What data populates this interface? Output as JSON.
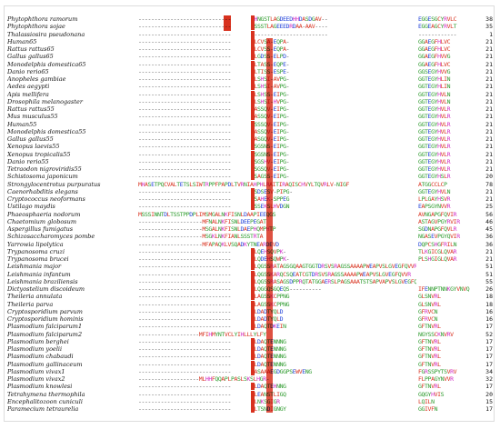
{
  "title": "",
  "colors": {
    "hydrophobic": "#d8321f",
    "acidic": "#1d3fd8",
    "basic": "#d12fc6",
    "polar": "#2e9b2e",
    "gap": "#555555",
    "highlight": "#d8321f"
  },
  "alignment": [
    {
      "species": "Phytophthora ramorum",
      "left": "-----------------------------",
      "mid": "MHNGSTLAGDEEDHHDASDGAV--",
      "right": "EGGESGCYRVLC",
      "num": "38"
    },
    {
      "species": "Phytophthora sojae",
      "left": "-----------------------------",
      "mid": "MSSSTLAGEEEDRDAA-AAV----",
      "right": "EGGEAGCYRVLT",
      "num": "35"
    },
    {
      "species": "Thalassiosira pseudonana",
      "left": "-----------------------------",
      "mid": "M-----------------------",
      "right": "------------",
      "num": "1"
    },
    {
      "species": "Human65",
      "left": "-----------------------------",
      "mid": "MLCVSA-EQPA-",
      "right": "GGAEGFHLVC",
      "num": "21"
    },
    {
      "species": "Rattus rattus65",
      "left": "-----------------------------",
      "mid": "MLCVSS-EQPA-",
      "right": "GGAEGFHLVC",
      "num": "21"
    },
    {
      "species": "Gallus gallus65",
      "left": "-----------------------------",
      "mid": "MLGDSS-ELPD-",
      "right": "GGAEGFHVVG",
      "num": "21"
    },
    {
      "species": "Monodelphis domestica65",
      "left": "-----------------------------",
      "mid": "MLTASS-EQPE-",
      "right": "GGAEGFHLVC",
      "num": "21"
    },
    {
      "species": "Danio rerio65",
      "left": "-----------------------------",
      "mid": "MLTISS-ESPE-",
      "right": "GGSEGYHVVG",
      "num": "21"
    },
    {
      "species": "Anopheles gambiae",
      "left": "-----------------------------",
      "mid": "MLSHSI-AVPG-",
      "right": "GGTEGYHLIN",
      "num": "21"
    },
    {
      "species": "Aedes aegypti",
      "left": "-----------------------------",
      "mid": "MLSHSI-AVPG-",
      "right": "GGTEGYHLIN",
      "num": "21"
    },
    {
      "species": "Apis mellifera",
      "left": "-----------------------------",
      "mid": "MLSHSS-EIPG-",
      "right": "GGTEGYHVLN",
      "num": "21"
    },
    {
      "species": "Drosophila melanogaster",
      "left": "-----------------------------",
      "mid": "MLSHSI-HVPG-",
      "right": "GGTEGYHVLN",
      "num": "21"
    },
    {
      "species": "Rattus rattus55",
      "left": "-----------------------------",
      "mid": "MASSQV-EIPG-",
      "right": "GGTEGYHVLR",
      "num": "21"
    },
    {
      "species": "Mus musculus55",
      "left": "-----------------------------",
      "mid": "MASSQV-EIPG-",
      "right": "GGTEGYHVLR",
      "num": "21"
    },
    {
      "species": "Human55",
      "left": "-----------------------------",
      "mid": "MSSSQV-EIPG-",
      "right": "GGTEGYHVLR",
      "num": "21"
    },
    {
      "species": "Monodelphis domestica55",
      "left": "-----------------------------",
      "mid": "MASSQV-EIPG-",
      "right": "GGTEGYHVLR",
      "num": "21"
    },
    {
      "species": "Gallus gallus55",
      "left": "-----------------------------",
      "mid": "MASGQV-EIPG-",
      "right": "GGTEGYHVLR",
      "num": "21"
    },
    {
      "species": "Xenopus laevis55",
      "left": "-----------------------------",
      "mid": "MSGSNS-EIPG-",
      "right": "GGTEGYHVLR",
      "num": "21"
    },
    {
      "species": "Xenopus tropicalis55",
      "left": "-----------------------------",
      "mid": "MSGSNS-EIPG-",
      "right": "GGTEGYHVLR",
      "num": "21"
    },
    {
      "species": "Danio rerio55",
      "left": "-----------------------------",
      "mid": "MSGSHV-EIPG-",
      "right": "GGTEGYHVLR",
      "num": "21"
    },
    {
      "species": "Tetraodon nigroviridis55",
      "left": "-----------------------------",
      "mid": "MSGSQV-EIPG-",
      "right": "GGTEGYHVLR",
      "num": "21"
    },
    {
      "species": "Schistosoma japonicum",
      "left": "-----------------------------",
      "mid": "MSAGSS-EIPG-",
      "right": "GGTEGYHSLR",
      "num": "20"
    },
    {
      "species": "Strongylocentrotus purpuratus",
      "left": "MHASETPQCVALTETSLSIWTRPPFPAPDLTVRNIAHPHLRAITIRAQISCHVYLTQVRLV-NIGF",
      "mid": "",
      "right": "ATGGCCLCP",
      "num": "78"
    },
    {
      "species": "Caenorhabditis elegans",
      "left": "-----------------------------",
      "mid": "MSDSESV-PIPG-",
      "right": "GGTEGYHVLN",
      "num": "21"
    },
    {
      "species": "Cryptococcus neoformans",
      "left": "-----------------------------",
      "mid": "MSAHEK-SPPEG",
      "right": "LPLGAYHSVR",
      "num": "21"
    },
    {
      "species": "Ustilago maydis",
      "left": "-----------------------------",
      "mid": "MSSEKSLHVDGN",
      "right": "EAPSGYNVVR",
      "num": "25"
    },
    {
      "species": "Phaeosphaeria nodorum",
      "left": "MSSSINNTDLTSSTPPDPLIMSMGALNKFISNLDAAPIEEQGS",
      "mid": "",
      "right": "AVNGAPGFQVIR",
      "num": "56"
    },
    {
      "species": "Chaetomium globosum",
      "left": "--------------------MFNALNKFISNLDEEPEGAT",
      "mid": "",
      "right": "ASTAGVPGYRVIR",
      "num": "46"
    },
    {
      "species": "Aspergillus fumigatus",
      "left": "--------------------MSGALNKFISNLDAEPHQMPHTP",
      "mid": "",
      "right": "SGDNAPGFQVLR",
      "num": "45"
    },
    {
      "species": "Schizosaccharomyces pombe",
      "left": "--------------------MSGKLNKFIANLSSSTRTA",
      "mid": "",
      "right": "NGASEVPGYQVIR",
      "num": "36"
    },
    {
      "species": "Yarrowia lipolytica",
      "left": "--------------------MFAPAQKLVSQADKYTNEARDEVD",
      "mid": "",
      "right": "DQPCSHGFRILN",
      "num": "36"
    },
    {
      "species": "Trypanosoma cruzi",
      "left": "-----------------------------",
      "mid": "MLQEHSQVPK-",
      "right": "TLKGICGLQVAR",
      "num": "21"
    },
    {
      "species": "Trypanosoma brucei",
      "left": "-----------------------------",
      "mid": "MLQDEHSQWPK-",
      "right": "PLSHGIGLQVAR",
      "num": "21"
    },
    {
      "species": "Leishmania major",
      "left": "-----------------------------",
      "mid": "MLQGSSRATAGSGQAAGTGGTDRSVSRAGSSAAAAPWEAPVSLGVEGFQVVR",
      "right": "",
      "num": "51"
    },
    {
      "species": "Leishmania infantum",
      "left": "-----------------------------",
      "mid": "MLQGSSKARQCSQEATCGTDRSVSRAGSSAAAAPWEAPVSLGVEGFQVVR",
      "right": "",
      "num": "51"
    },
    {
      "species": "Leishmania braziliensis",
      "left": "-----------------------------",
      "mid": "MLQGSSRASAGSDPPRQTATGGAERSLPAGSAAATSTSAPVAPVSLGVEGFQVVR",
      "right": "",
      "num": "55"
    },
    {
      "species": "Dictyostelium discoideum",
      "left": "-----------------------------",
      "mid": "MLQGGQSGQEQS----------",
      "right": "IFENNPTNNKGYVNVQ",
      "num": "26"
    },
    {
      "species": "Theileria annulata",
      "left": "-----------------------------",
      "mid": "MLAGSSKCPPNG",
      "right": "GLSNVRL",
      "num": "18"
    },
    {
      "species": "Theileria parva",
      "left": "-----------------------------",
      "mid": "MLAGSSKCPPNG",
      "right": "GLSNVRL",
      "num": "18"
    },
    {
      "species": "Cryptosporidium parvum",
      "left": "-----------------------------",
      "mid": "MLDADTYQLD",
      "right": "GFRVCN",
      "num": "16"
    },
    {
      "species": "Cryptosporidium hominis",
      "left": "-----------------------------",
      "mid": "MLDADTYQLD",
      "right": "GFRVCN",
      "num": "16"
    },
    {
      "species": "Plasmodium falciparum1",
      "left": "-----------------------------",
      "mid": "MLDAQTDKEIN",
      "right": "GFTNVRL",
      "num": "17"
    },
    {
      "species": "Plasmodium falciparum2",
      "left": "-------------------MFIHMYNTVCLYIHLLLYLFY",
      "mid": "",
      "right": "NGYSSCKNVRV",
      "num": "52"
    },
    {
      "species": "Plasmodium berghei",
      "left": "-----------------------------",
      "mid": "MLDAQTENNNG",
      "right": "GFTNVRL",
      "num": "17"
    },
    {
      "species": "Plasmodium yoelii",
      "left": "-----------------------------",
      "mid": "MLDAQTENNNG",
      "right": "GFTNVRL",
      "num": "17"
    },
    {
      "species": "Plasmodium chabaudi",
      "left": "-----------------------------",
      "mid": "MLDAQTENNNG",
      "right": "GFTNVRL",
      "num": "17"
    },
    {
      "species": "Plasmodium gallinaceum",
      "left": "-----------------------------",
      "mid": "MLDAQTENNNG",
      "right": "GFTNVRL",
      "num": "17"
    },
    {
      "species": "Plasmodium vivax1",
      "left": "-----------------------------",
      "mid": "MASAAAEGDGGPSEWVENG",
      "right": "FGRSSPYTSVRV",
      "num": "34"
    },
    {
      "species": "Plasmodium vivax2",
      "left": "-------------------MLHHFQQAPLPASLSKSLHGR-",
      "mid": "",
      "right": "FLPPAGYNVVR",
      "num": "32"
    },
    {
      "species": "Plasmodium knowlesi",
      "left": "-----------------------------",
      "mid": "MLDAQTEHNNG",
      "right": "GFTNVRL",
      "num": "17"
    },
    {
      "species": "Tetrahymena thermophila",
      "left": "-----------------------------",
      "mid": "MLEANSTLIGQ",
      "right": "GQGYHVIS",
      "num": "20"
    },
    {
      "species": "Encephalitozoon cuniculi",
      "left": "-----------------------------",
      "mid": "MLNKSGIGR",
      "right": "LQILN",
      "num": "15"
    },
    {
      "species": "Paramecium tetraurelia",
      "left": "-----------------------------",
      "mid": "MLTSNDIGNGY",
      "right": "GGIVFN",
      "num": "17"
    }
  ]
}
